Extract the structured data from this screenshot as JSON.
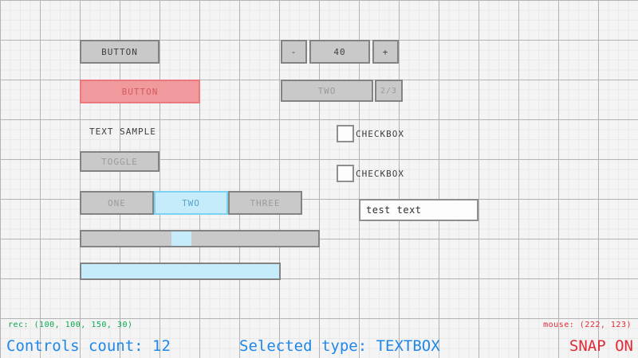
{
  "canvas": {
    "background_color": "#f4f4f4",
    "grid_minor_color": "#e9e9e9",
    "grid_major_color": "#b3b3b3",
    "grid_minor_spacing": 12.5,
    "grid_major_spacing": 50
  },
  "controls": {
    "button_normal": {
      "label": "BUTTON",
      "state": "normal"
    },
    "button_focused": {
      "label": "BUTTON",
      "state": "focused",
      "color": "#f09a9e"
    },
    "text_label": {
      "label": "TEXT SAMPLE"
    },
    "toggle": {
      "label": "TOGGLE",
      "state": "off"
    },
    "tabs": [
      {
        "label": "ONE",
        "active": false
      },
      {
        "label": "TWO",
        "active": true
      },
      {
        "label": "THREE",
        "active": false
      }
    ],
    "slider": {
      "value_position": "37%",
      "thumb_color": "#c6ecfb"
    },
    "progress": {
      "value": "100%",
      "fill_color": "#c6ecfb"
    },
    "spinner": {
      "decrement_label": "-",
      "value": "40",
      "increment_label": "+"
    },
    "dropdown": {
      "selected": "TWO",
      "index_label": "2/3"
    },
    "checkboxes": [
      {
        "label": "CHECKBOX",
        "checked": false
      },
      {
        "label": "CHECKBOX",
        "checked": false
      }
    ],
    "textbox": {
      "value": "test text",
      "selected": true
    }
  },
  "status_bar": {
    "rec_info": "rec: (100, 100, 150, 30)",
    "mouse_info": "mouse: (222, 123)",
    "controls_count": "Controls count: 12",
    "selected_type": "Selected type: TEXTBOX",
    "snap_state": "SNAP ON",
    "info_color": "#0aa84f",
    "mouse_color": "#e02b37",
    "primary_color": "#1e87e8",
    "alert_color": "#e02b37"
  }
}
